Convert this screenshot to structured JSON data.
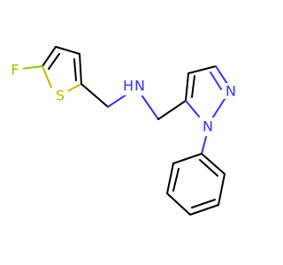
{
  "molecule": {
    "atoms": {
      "fluorine": "F",
      "sulfur": "S",
      "amine_n": "N",
      "amine_h": "H",
      "pyrazole_n1": "N",
      "pyrazole_n2": "N"
    },
    "colors": {
      "carbon_bond": "#000000",
      "fluorine": "#7fcf00",
      "sulfur": "#c8b400",
      "nitrogen": "#3232ff"
    }
  }
}
